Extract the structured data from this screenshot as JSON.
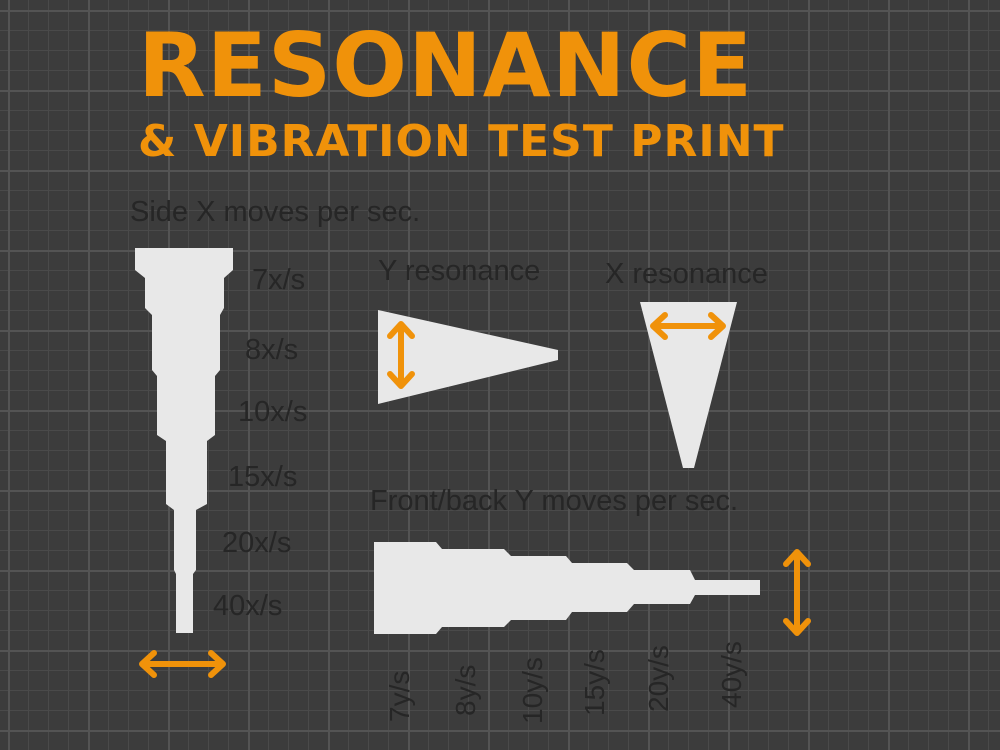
{
  "title": "RESONANCE",
  "subtitle": "& VIBRATION TEST PRINT",
  "side_x": {
    "heading": "Side X moves per sec.",
    "steps": [
      "7x/s",
      "8x/s",
      "10x/s",
      "15x/s",
      "20x/s",
      "40x/s"
    ]
  },
  "y_resonance": {
    "label": "Y resonance"
  },
  "x_resonance": {
    "label": "X resonance"
  },
  "front_back_y": {
    "heading": "Front/back Y moves per sec.",
    "steps": [
      "7y/s",
      "8y/s",
      "10y/s",
      "15y/s",
      "20y/s",
      "40y/s"
    ]
  },
  "colors": {
    "accent": "#f0920a",
    "shape_fill": "#e8e8e8",
    "background": "#3c3c3c",
    "label_text": "#262626"
  },
  "icons": [
    "horizontal-double-arrow",
    "vertical-double-arrow"
  ]
}
